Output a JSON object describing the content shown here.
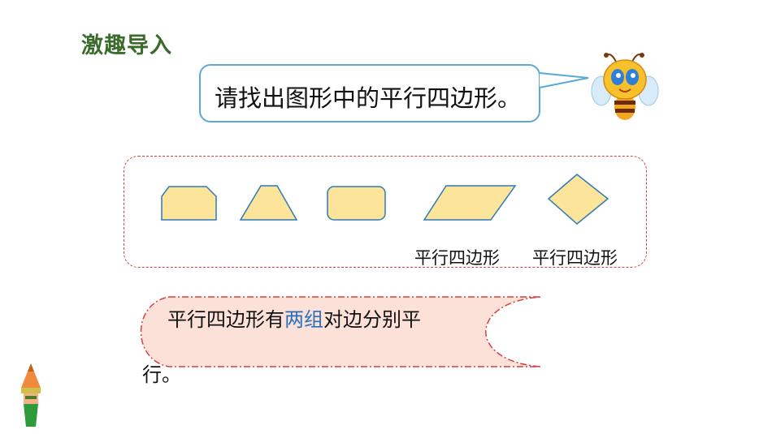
{
  "title": "激趣导入",
  "bubble": {
    "text": "请找出图形中的平行四边形。"
  },
  "labels": {
    "shape4": "平行四边形",
    "shape5": "平行四边形"
  },
  "statement": {
    "part1": "平行四边形有",
    "highlight": "两组",
    "part2": "对边分别平",
    "line2": "行。"
  },
  "colors": {
    "title": "#3a6b2a",
    "bubble_border": "#5aaad8",
    "shape_fill": "#fde49b",
    "shape_stroke": "#2e7ab8",
    "dashed_border": "#d44040",
    "banner_fill": "#fbe1d7",
    "highlight": "#2a6fbd"
  }
}
